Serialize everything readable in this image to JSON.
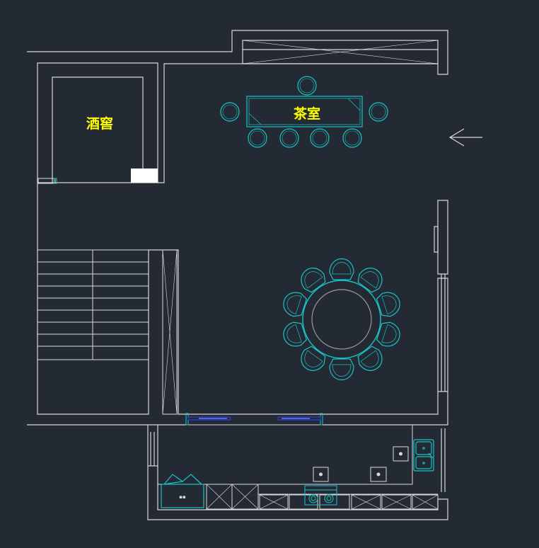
{
  "colors": {
    "background": "#242a33",
    "wall": "#d8d8d8",
    "furniture": "#19c3c8",
    "label": "#ffff00",
    "door": "#2a3fd8",
    "table_inner": "#9a9a9a"
  },
  "rooms": {
    "wine_cellar": {
      "label": "酒窖"
    },
    "tea_room": {
      "label": "茶室"
    }
  },
  "kitchen_fixtures": [
    {
      "name": "range-hood-marker"
    },
    {
      "name": "fridge-marker"
    },
    {
      "name": "sink-marker"
    }
  ],
  "icons": {
    "entrance": "arrow-left-icon",
    "tea_table": "rectangular-table-icon",
    "dining_table": "round-table-icon",
    "stairs": "staircase-icon",
    "cooktop": "cooktop-icon",
    "sink": "double-sink-icon",
    "laundry": "laundry-basin-icon"
  }
}
